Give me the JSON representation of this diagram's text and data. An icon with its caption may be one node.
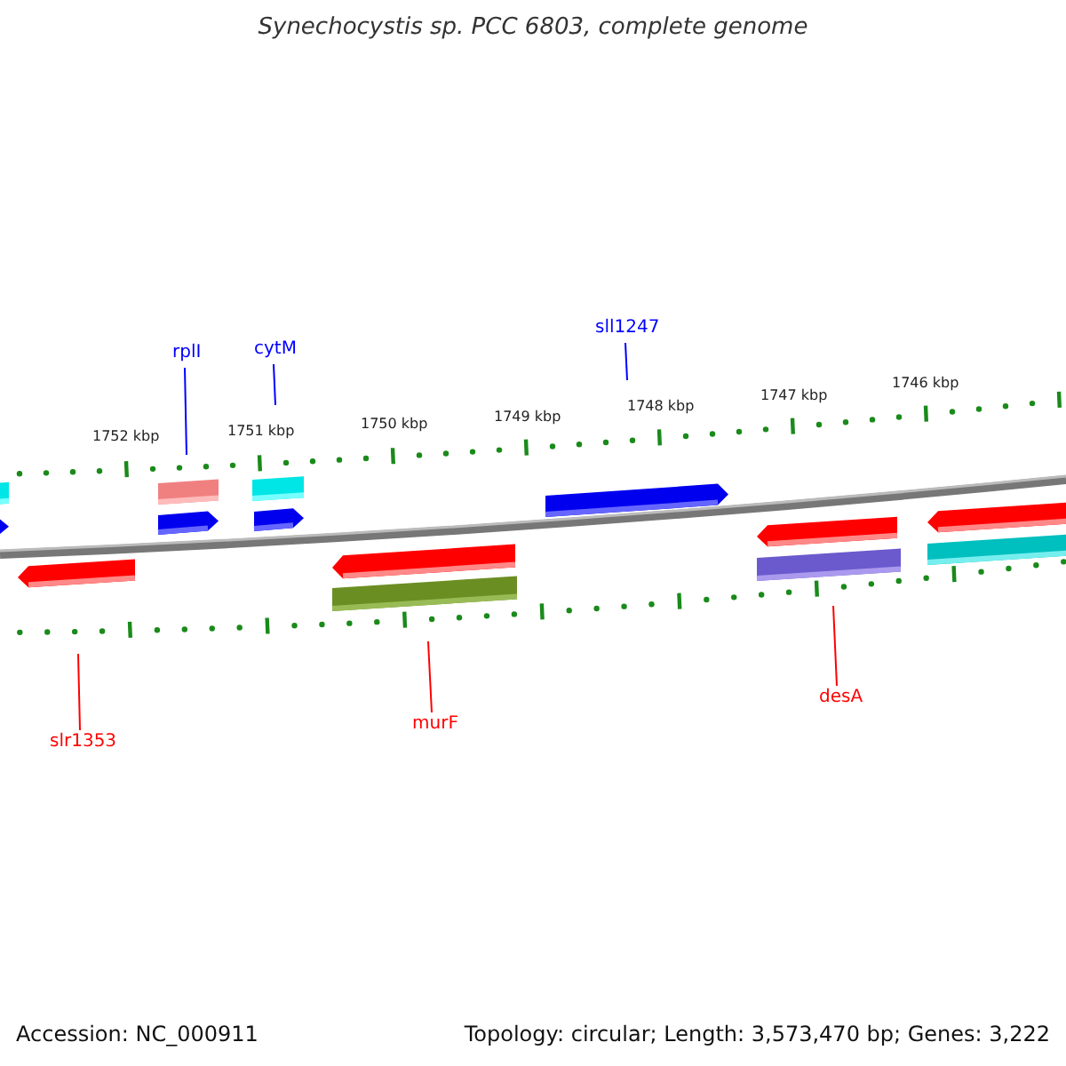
{
  "diagram": {
    "title": "Synechocystis sp. PCC 6803, complete genome",
    "nodes": [
      {
        "text": [
          "rplI"
        ]
      },
      {
        "text": [
          "cytM"
        ]
      },
      {
        "text": [
          "sll1247"
        ]
      },
      {
        "text": [
          "slr1353"
        ]
      },
      {
        "text": [
          "murF"
        ]
      },
      {
        "text": [
          "desA"
        ]
      }
    ],
    "edges": [
      {
        "from": 0,
        "to": null,
        "arrow": "none",
        "color": "#0000ff"
      },
      {
        "from": 1,
        "to": null,
        "arrow": "none",
        "color": "#0000ff"
      },
      {
        "from": 2,
        "to": null,
        "arrow": "none",
        "color": "#0000ff"
      },
      {
        "from": 3,
        "to": null,
        "arrow": "none",
        "color": "#ff0000"
      },
      {
        "from": 4,
        "to": null,
        "arrow": "none",
        "color": "#ff0000"
      },
      {
        "from": 5,
        "to": null,
        "arrow": "none",
        "color": "#ff0000"
      }
    ],
    "labels": [
      "1752 kbp",
      "1751 kbp",
      "1750 kbp",
      "1749 kbp",
      "1748 kbp",
      "1747 kbp",
      "1746 kbp",
      "Accession: NC_000911",
      "Topology: circular; Length: 3,573,470 bp; Genes: 3,222"
    ]
  }
}
